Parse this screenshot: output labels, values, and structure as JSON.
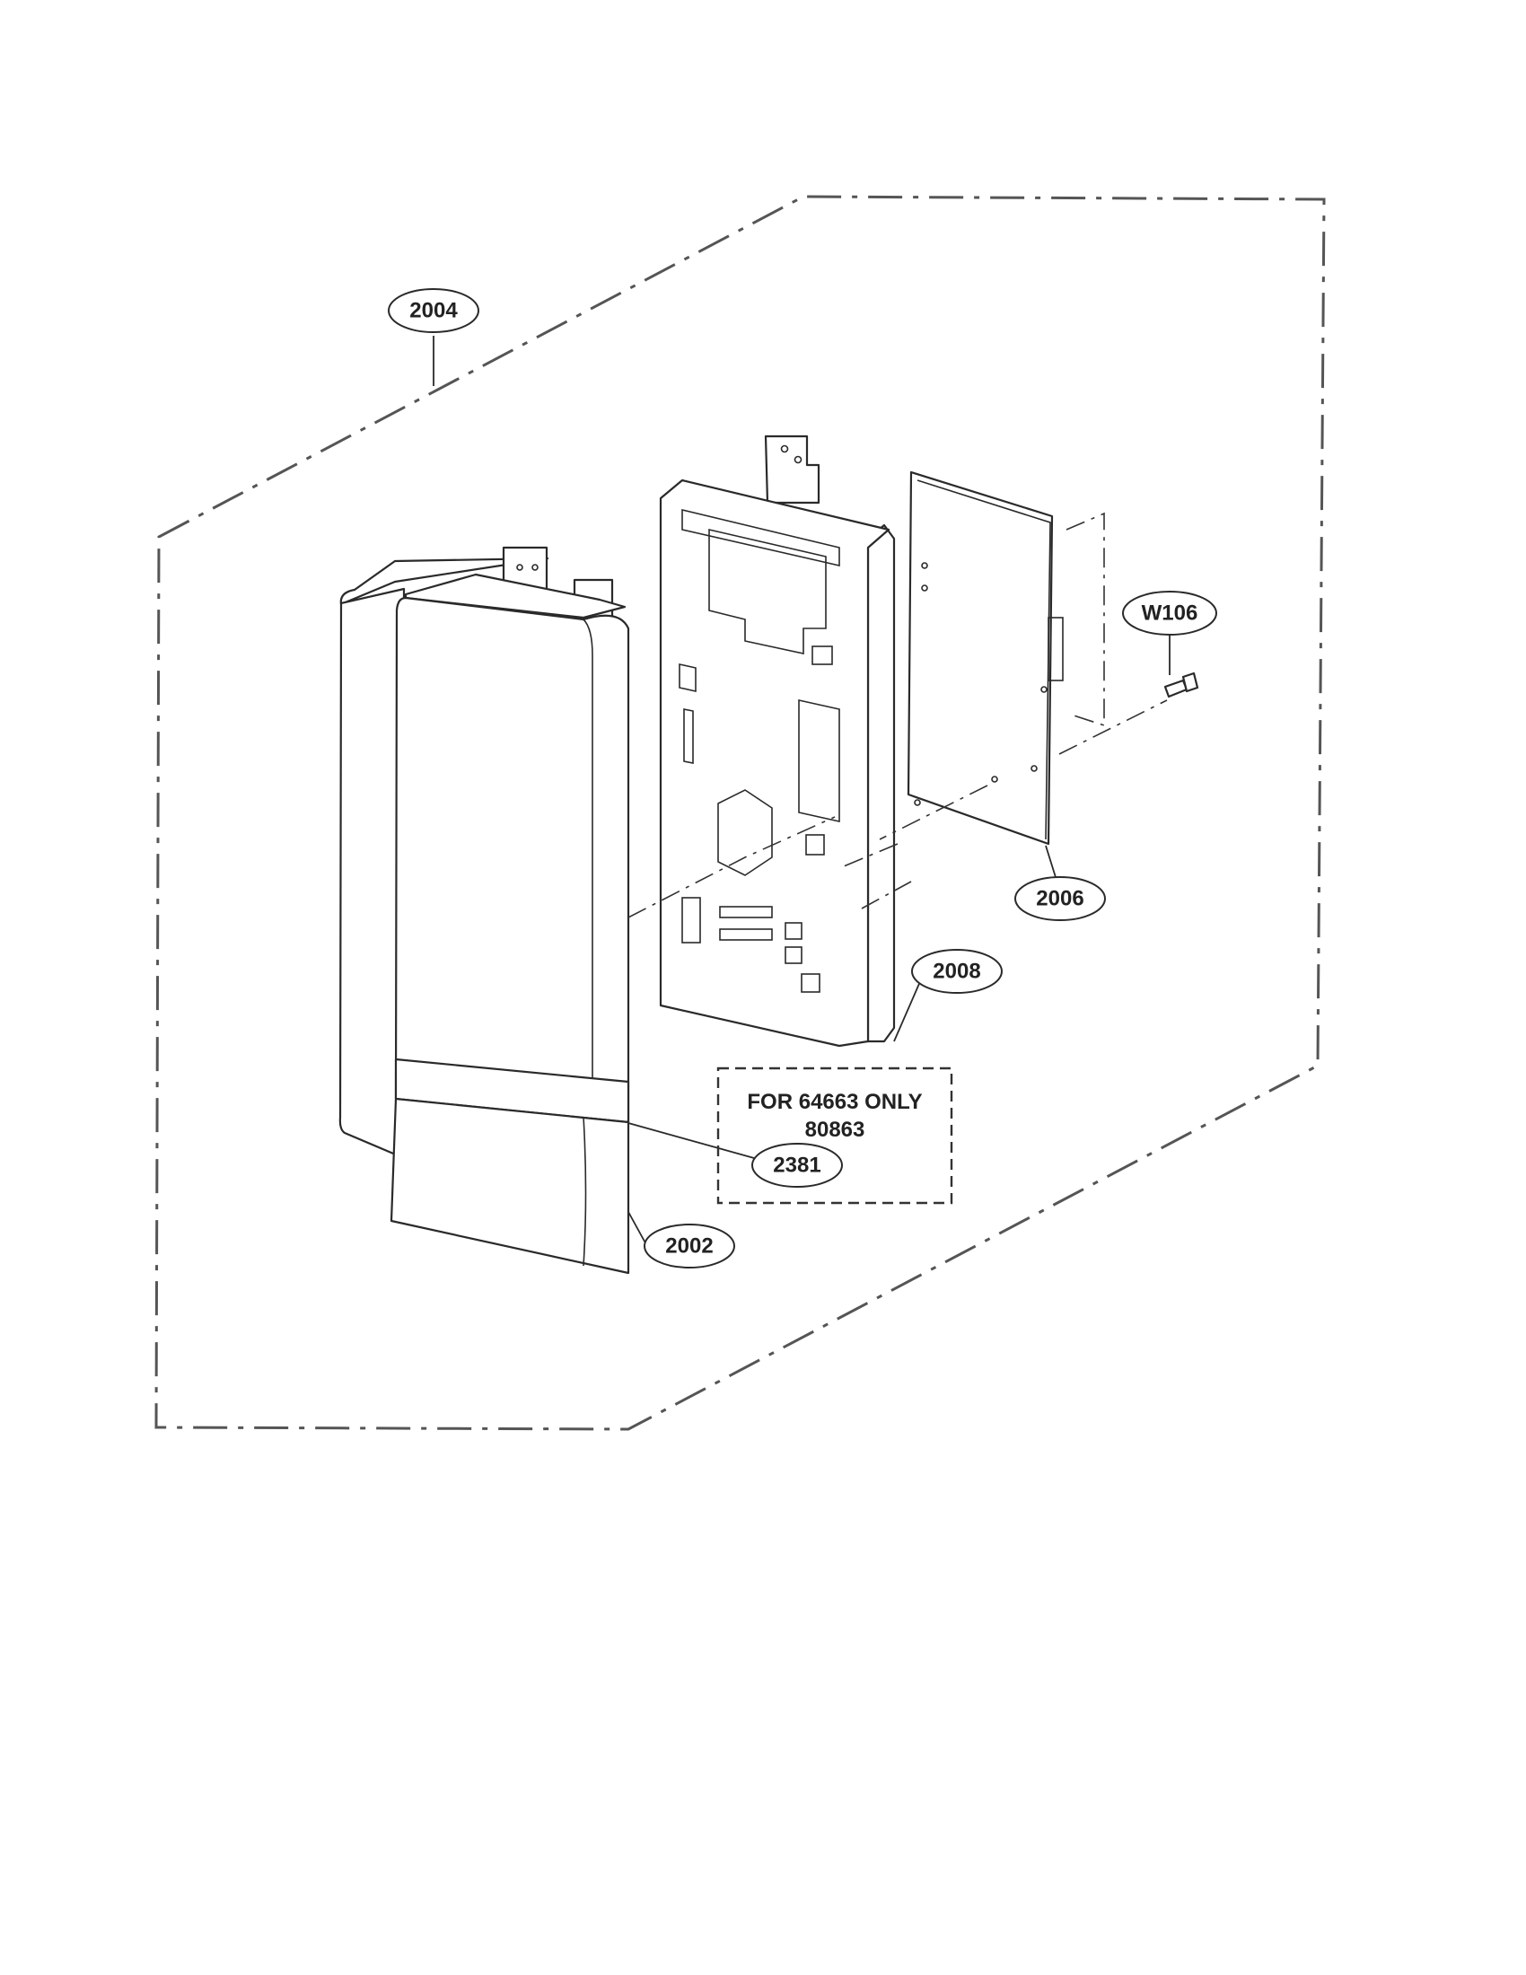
{
  "diagram": {
    "callouts": {
      "c2004": "2004",
      "cW106": "W106",
      "c2006": "2006",
      "c2008": "2008",
      "c2381": "2381",
      "c2002": "2002"
    },
    "note": {
      "line1": "FOR 64663 ONLY",
      "line2": "80863"
    }
  }
}
